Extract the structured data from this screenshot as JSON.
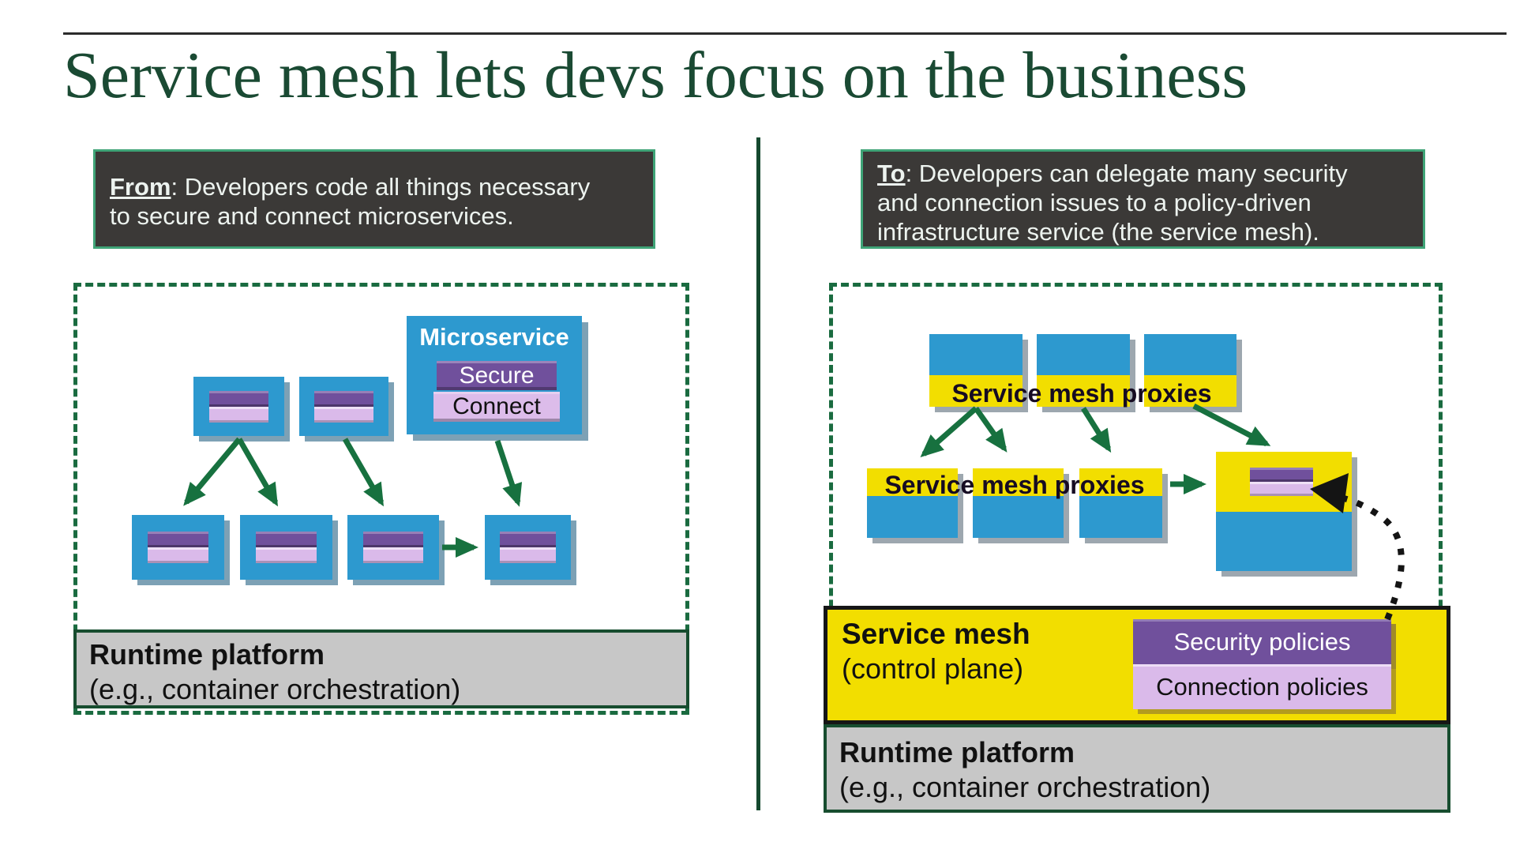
{
  "slide": {
    "title": "Service mesh lets devs focus on the business"
  },
  "callouts": {
    "from": {
      "lead": "From",
      "line1": ": Developers code all things necessary",
      "line2": "to secure and connect microservices."
    },
    "to": {
      "lead": "To",
      "line1": ": Developers can delegate many security",
      "line2": "and connection issues to a policy-driven",
      "line3": "infrastructure service (the service mesh)."
    }
  },
  "left_diagram": {
    "microservice": {
      "title": "Microservice",
      "secure_label": "Secure",
      "connect_label": "Connect"
    },
    "runtime_platform": {
      "title": "Runtime platform",
      "subtitle": "(e.g., container orchestration)"
    }
  },
  "right_diagram": {
    "proxy_label": "Service mesh proxies",
    "control_plane": {
      "title": "Service mesh",
      "subtitle": "(control plane)",
      "security_label": "Security policies",
      "connection_label": "Connection policies"
    },
    "runtime_platform": {
      "title": "Runtime platform",
      "subtitle": "(e.g., container orchestration)"
    }
  },
  "colors": {
    "title_green": "#1a4a33",
    "arrow_green": "#17713f",
    "dashed_border_green": "#1a6b40",
    "platform_border_green": "#174d2f",
    "callout_bg": "#3b3937",
    "callout_border": "#3fa477",
    "callout_text": "#edf3ef",
    "service_blue": "#2d99cf",
    "mesh_yellow": "#f2de00",
    "purple_dark": "#70509c",
    "purple_light": "#dabaea",
    "platform_gray": "#c7c7c7"
  }
}
